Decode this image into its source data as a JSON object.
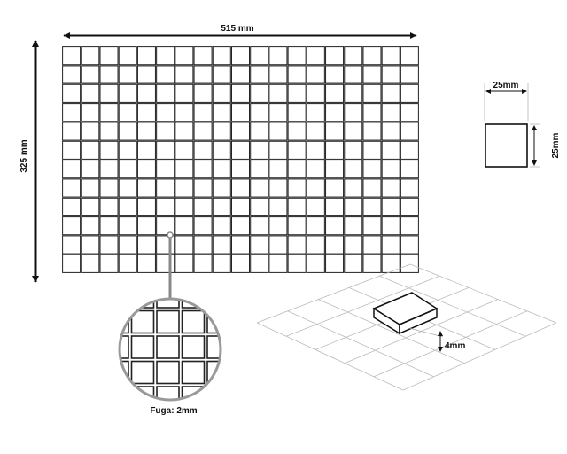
{
  "diagram": {
    "sheet_width_label": "515 mm",
    "sheet_height_label": "325 mm",
    "tile_width_label": "25mm",
    "tile_height_label": "25mm",
    "joint_label": "Fuga: 2mm",
    "thickness_label": "4mm",
    "grid_columns": 19,
    "grid_rows": 12,
    "line_color": "#222222",
    "light_line_color": "#bbbbbb"
  }
}
